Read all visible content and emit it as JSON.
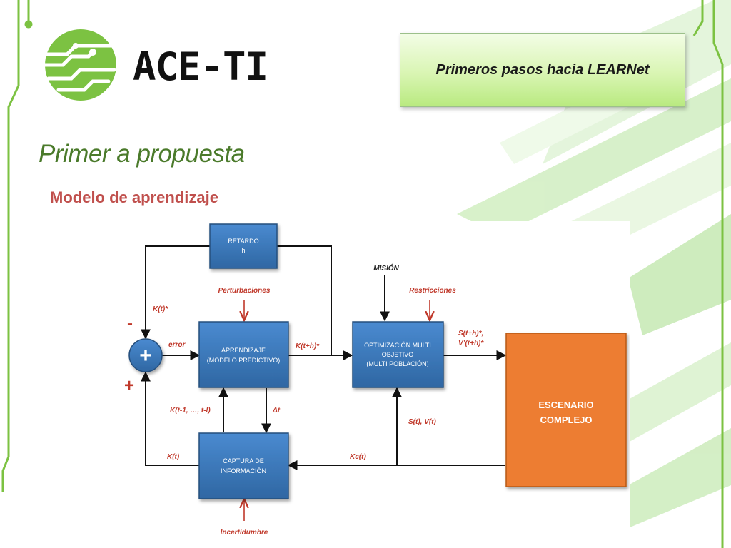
{
  "header": {
    "brand": "ACE-TI",
    "logo_icon": "circuit-globe-icon",
    "title_box": "Primeros pasos hacia LEARNet"
  },
  "slide": {
    "title": "Primer a propuesta",
    "subtitle": "Modelo de aprendizaje"
  },
  "colors": {
    "accent_green": "#7cc242",
    "title_green": "#4a7a2a",
    "subtitle_red": "#c0504d",
    "block_blue": "#3d79b8",
    "scenario_orange": "#ed7d31",
    "label_red": "#c0392b"
  },
  "diagram": {
    "blocks": {
      "retardo": [
        "RETARDO",
        "h"
      ],
      "aprendizaje": [
        "APRENDIZAJE",
        "(MODELO PREDICTIVO)"
      ],
      "optimizacion": [
        "OPTIMIZACIÓN MULTI",
        "OBJETIVO",
        "(MULTI POBLACIÓN)"
      ],
      "captura": [
        "CAPTURA DE",
        "INFORMACIÓN"
      ],
      "escenario": [
        "ESCENARIO",
        "COMPLEJO"
      ]
    },
    "sum": {
      "symbol": "+",
      "minus": "-",
      "plus": "+"
    },
    "labels": {
      "kt_star": "K(t)*",
      "error": "error",
      "kth_star": "K(t+h)*",
      "mision": "MISIÓN",
      "perturbaciones": "Perturbaciones",
      "restricciones": "Restricciones",
      "sth_star": "S(t+h)*,",
      "vth_star": "V’(t+h)*",
      "kt_range": "K(t-1, …, t-l)",
      "delta_t": "Δt",
      "st_vt": "S(t), V(t)",
      "kt": "K(t)",
      "kct": "Kc(t)",
      "incertidumbre": "Incertidumbre"
    }
  }
}
